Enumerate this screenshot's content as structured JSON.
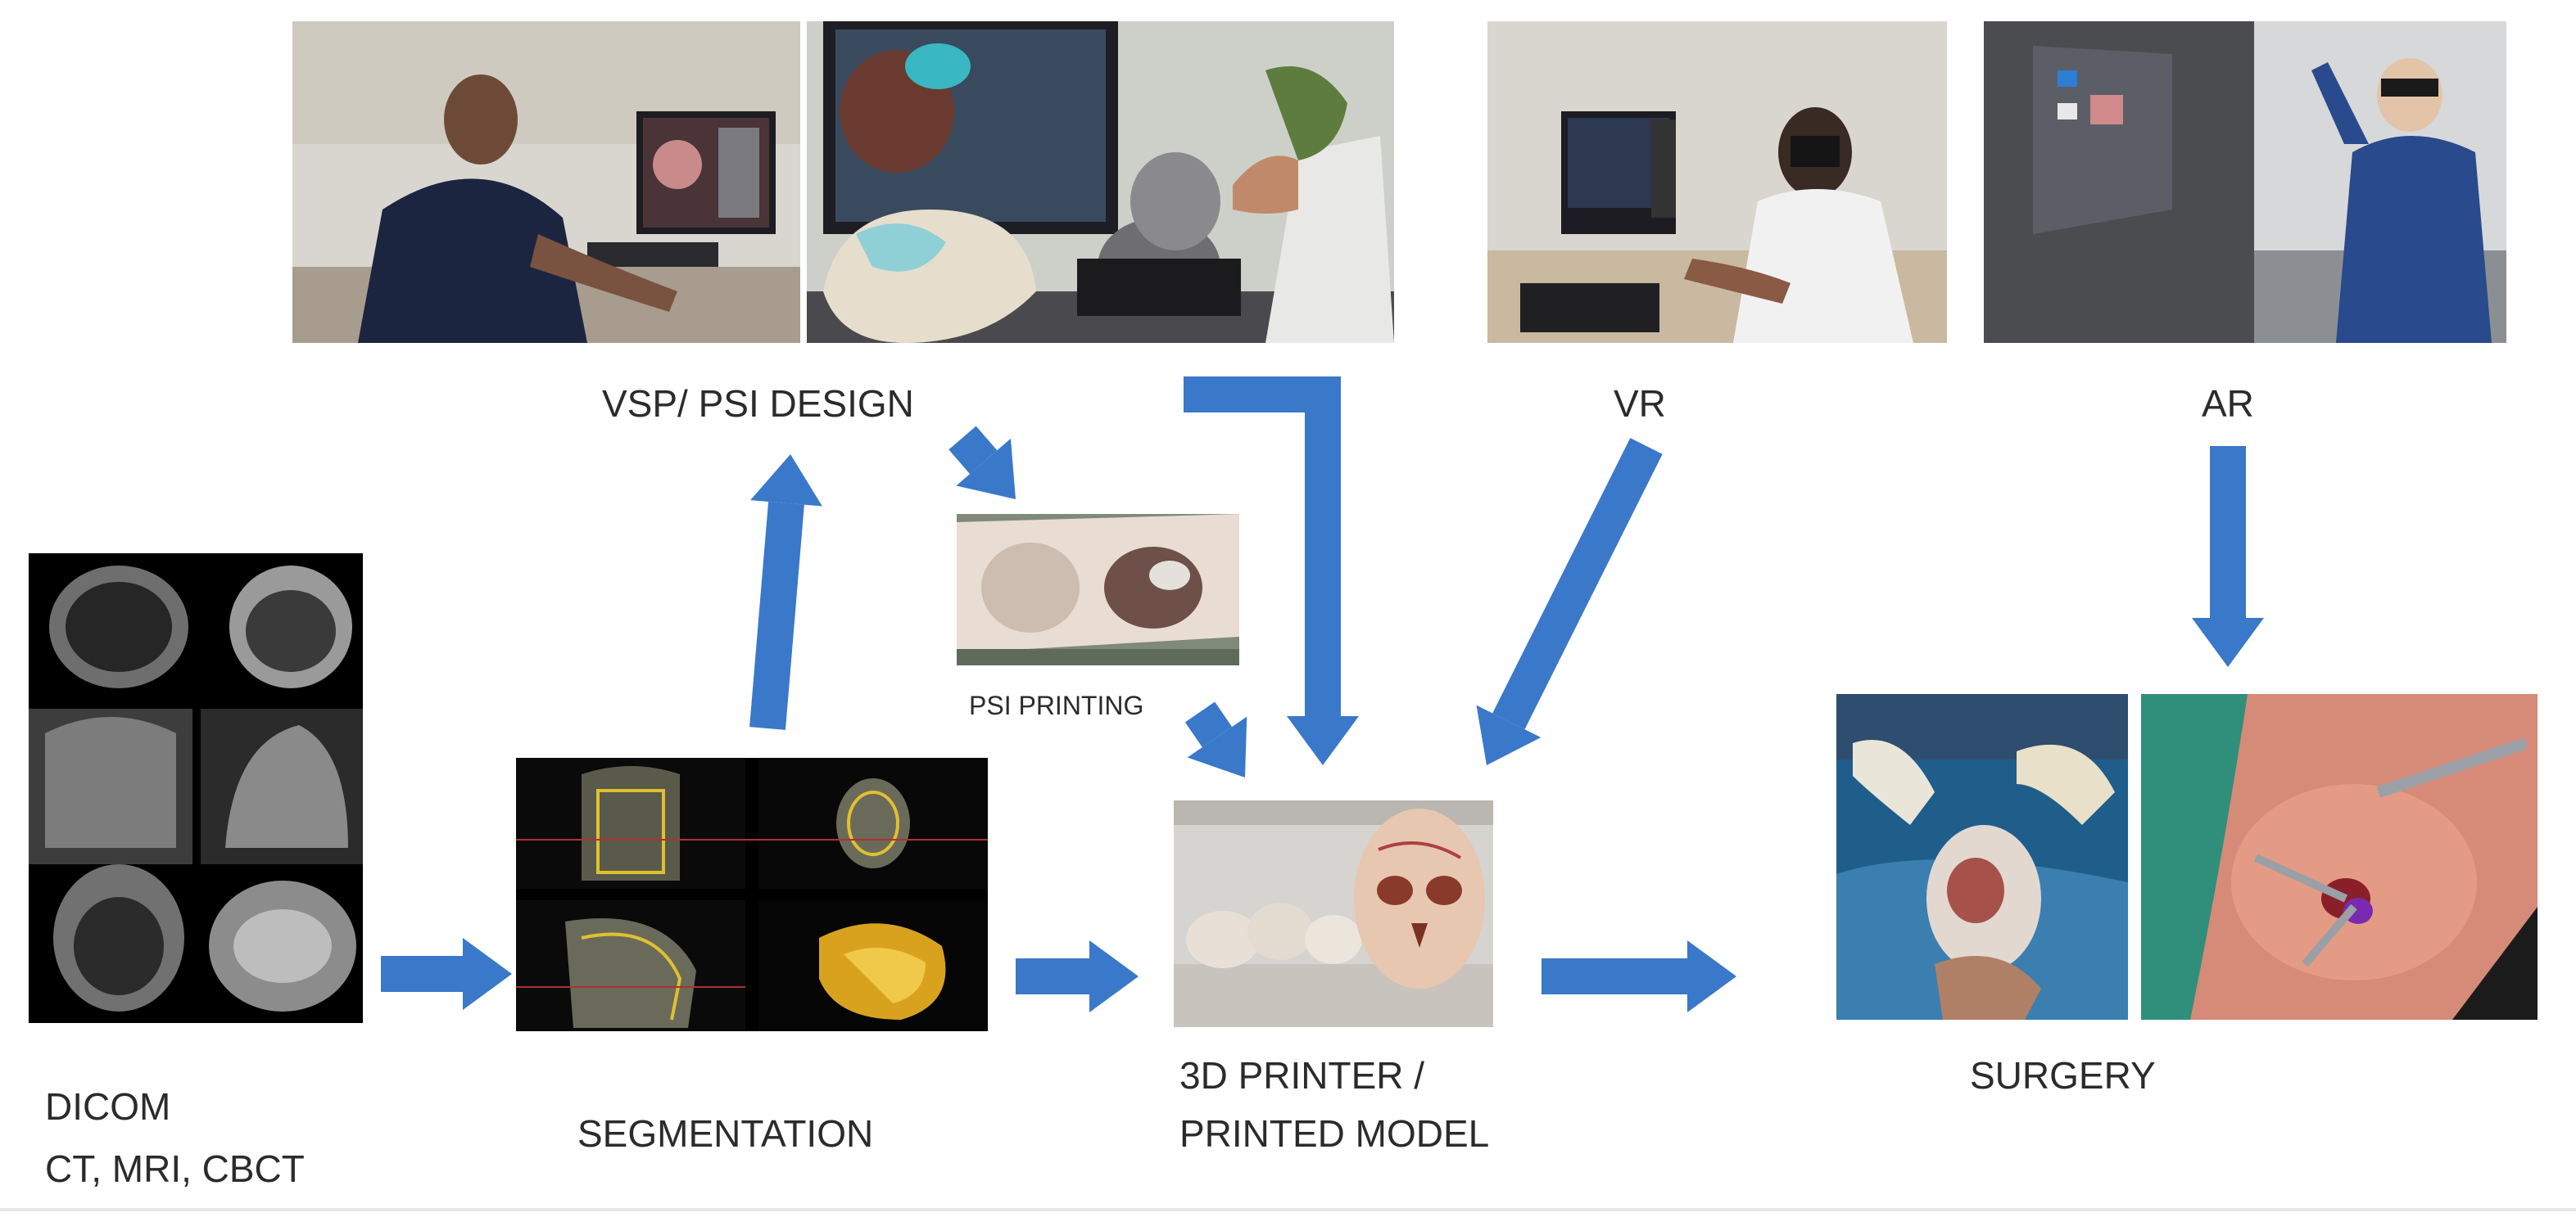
{
  "labels": {
    "vsp_design": "VSP/ PSI DESIGN",
    "vr": "VR",
    "ar": "AR",
    "psi_printing": "PSI PRINTING",
    "dicom_line1": "DICOM",
    "dicom_line2": "CT, MRI, CBCT",
    "segmentation": "SEGMENTATION",
    "printer_line1": "3D PRINTER /",
    "printer_line2": "PRINTED MODEL",
    "surgery": "SURGERY"
  },
  "colors": {
    "arrow": "#3a78c9",
    "text": "#2b2b2b",
    "background": "#ffffff"
  },
  "icons": {
    "flow_arrow": "block-arrow"
  }
}
